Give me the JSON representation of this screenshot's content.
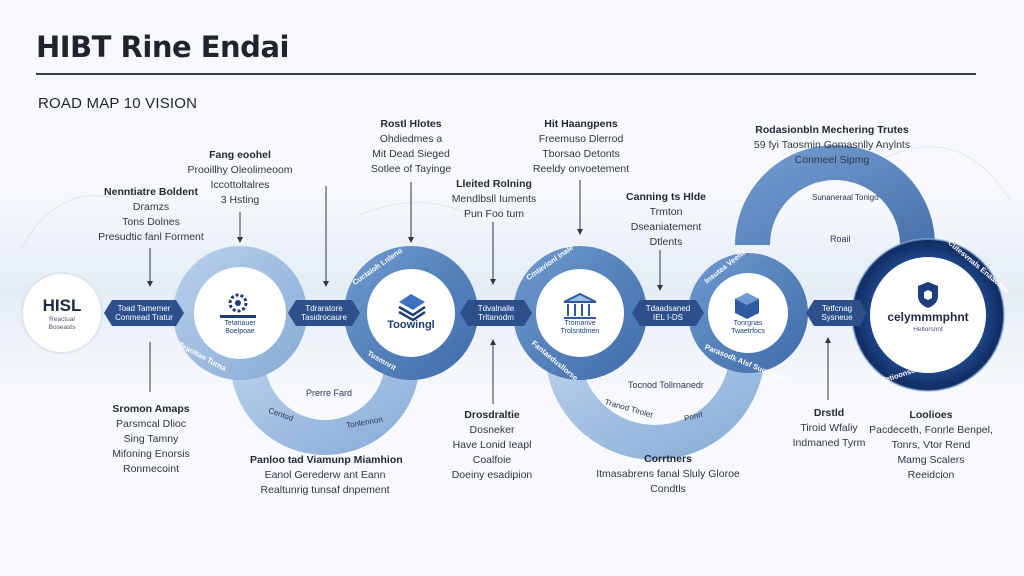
{
  "header": {
    "title": "HIBT Rine Endai",
    "subtitle": "ROAD MAP 10 VISION"
  },
  "colors": {
    "navy": "#1d3d78",
    "mid_blue": "#4a7ab8",
    "light_blue": "#9dbde0",
    "pale_blue": "#c9dbef",
    "chevron": "#2d4f8c"
  },
  "start_node": {
    "label": "HISL",
    "sub": [
      "Reactual",
      "Boseasts"
    ]
  },
  "chevrons": [
    {
      "lines": [
        "Toad Tamemer",
        "Conmead Tratur"
      ]
    },
    {
      "lines": [
        "Tdraratore",
        "Tasidrocaure"
      ]
    },
    {
      "lines": [
        "Tdvalnaile",
        "Trltanodm"
      ]
    },
    {
      "lines": [
        "Tdaadsaned",
        "IEL I-DS"
      ]
    },
    {
      "lines": [
        "Tetfcnag",
        "Sysneue"
      ]
    }
  ],
  "discs": [
    {
      "icon": "gear-board-icon",
      "lines": [
        "Tetanauer",
        "Boelpoae"
      ]
    },
    {
      "icon": "book-stack-icon",
      "lines": [
        "Toowingl"
      ]
    },
    {
      "icon": "building-icon",
      "lines": [
        "Tromanve",
        "Trolsntdmen"
      ]
    },
    {
      "icon": "cube-icon",
      "lines": [
        "Tonrgnas",
        "Twaetrfocs"
      ]
    }
  ],
  "end_node": {
    "icon": "shield-cube-icon",
    "label": "celymmmphnt",
    "sub": "Hetlorsnnt"
  },
  "ring_annotations": {
    "ring1_bottom_left": "Teaoltan Turna",
    "ring2_top": "Cuctaloh Lnleno",
    "ring2_bottom": "Tusmnrit",
    "ring3_top": "Cmtavionl Inale",
    "ring3_bottom": "Fantaedusllorse",
    "ring4_top": "Insutea Veelte",
    "ring4_bottom": "Parasodk Alsf Suctnoad",
    "ring5_top": "Cutesvnals Enaacdos",
    "ring5_bottom": "Tetioonson Anranite",
    "arc1_center": "Prerre Fard",
    "arc1_left": "Centod",
    "arc1_right": "Tonlennon",
    "arc2_center": "Tocnod Tollrnanedr",
    "arc2_left": "Tranod Tlrolet",
    "arc2_right": "Ponrl",
    "big_top": "Sunaneraal Tonigo",
    "big_mid": "Roail"
  },
  "text_blocks": {
    "top_1": [
      "Nenntiatre Boldent",
      "Dramzs",
      "Tons Dolnes",
      "Presudtic fanl Forment"
    ],
    "top_2": [
      "Fang eoohel",
      "Prooillhy Oleolimeoom",
      "Iccottoltalres",
      "3 Hsting"
    ],
    "top_3": [
      "Rostl Hlotes",
      "Ohdiedmes a",
      "Mit Dead Sieged",
      "Sotlee of Tayinge"
    ],
    "top_4": [
      "Lleited Rolning",
      "Mendlbsll Iuments",
      "Pun Foo tum"
    ],
    "top_5": [
      "Hit Haangpens",
      "Freemuso Dlerrod",
      "Tborsao Detonts",
      "Reeldy onvoetement"
    ],
    "top_6": [
      "Canning ts Hlde",
      "Trmton",
      "Dseaniatement",
      "Dtlents"
    ],
    "top_7": [
      "Rodasionbln Mechering Trutes",
      "59 fyi Taosmin Gomasnlly Anylnts",
      "Conmeel Sipmg"
    ],
    "bottom_1": [
      "Sromon Amaps",
      "Parsmcal Dlioc",
      "Sing Tamny",
      "Mifoning Enorsis",
      "Ronmecoint"
    ],
    "bottom_2": [
      "Panloo tad Viamunp Miamhion",
      "Eanol Gerederw ant Eann",
      "Realtunrig tunsaf dnpement"
    ],
    "bottom_3": [
      "Drosdraltie",
      "Dosneker",
      "Have Lonid Ieapl",
      "Coalfoie",
      "Doeiny esadipion"
    ],
    "bottom_4": [
      "Corrtners",
      "Itmasabrens fanal Sluly Gloroe",
      "Condtls"
    ],
    "bottom_5": [
      "Drstld",
      "Tiroid Wfaliy",
      "Indmaned Tyrm"
    ],
    "bottom_6": [
      "Loolioes",
      "Pacdeceth, Fonrle Benpel,",
      "Tonrs, Vtor Rend",
      "Mamg Scalers",
      "Reeidcion"
    ]
  }
}
